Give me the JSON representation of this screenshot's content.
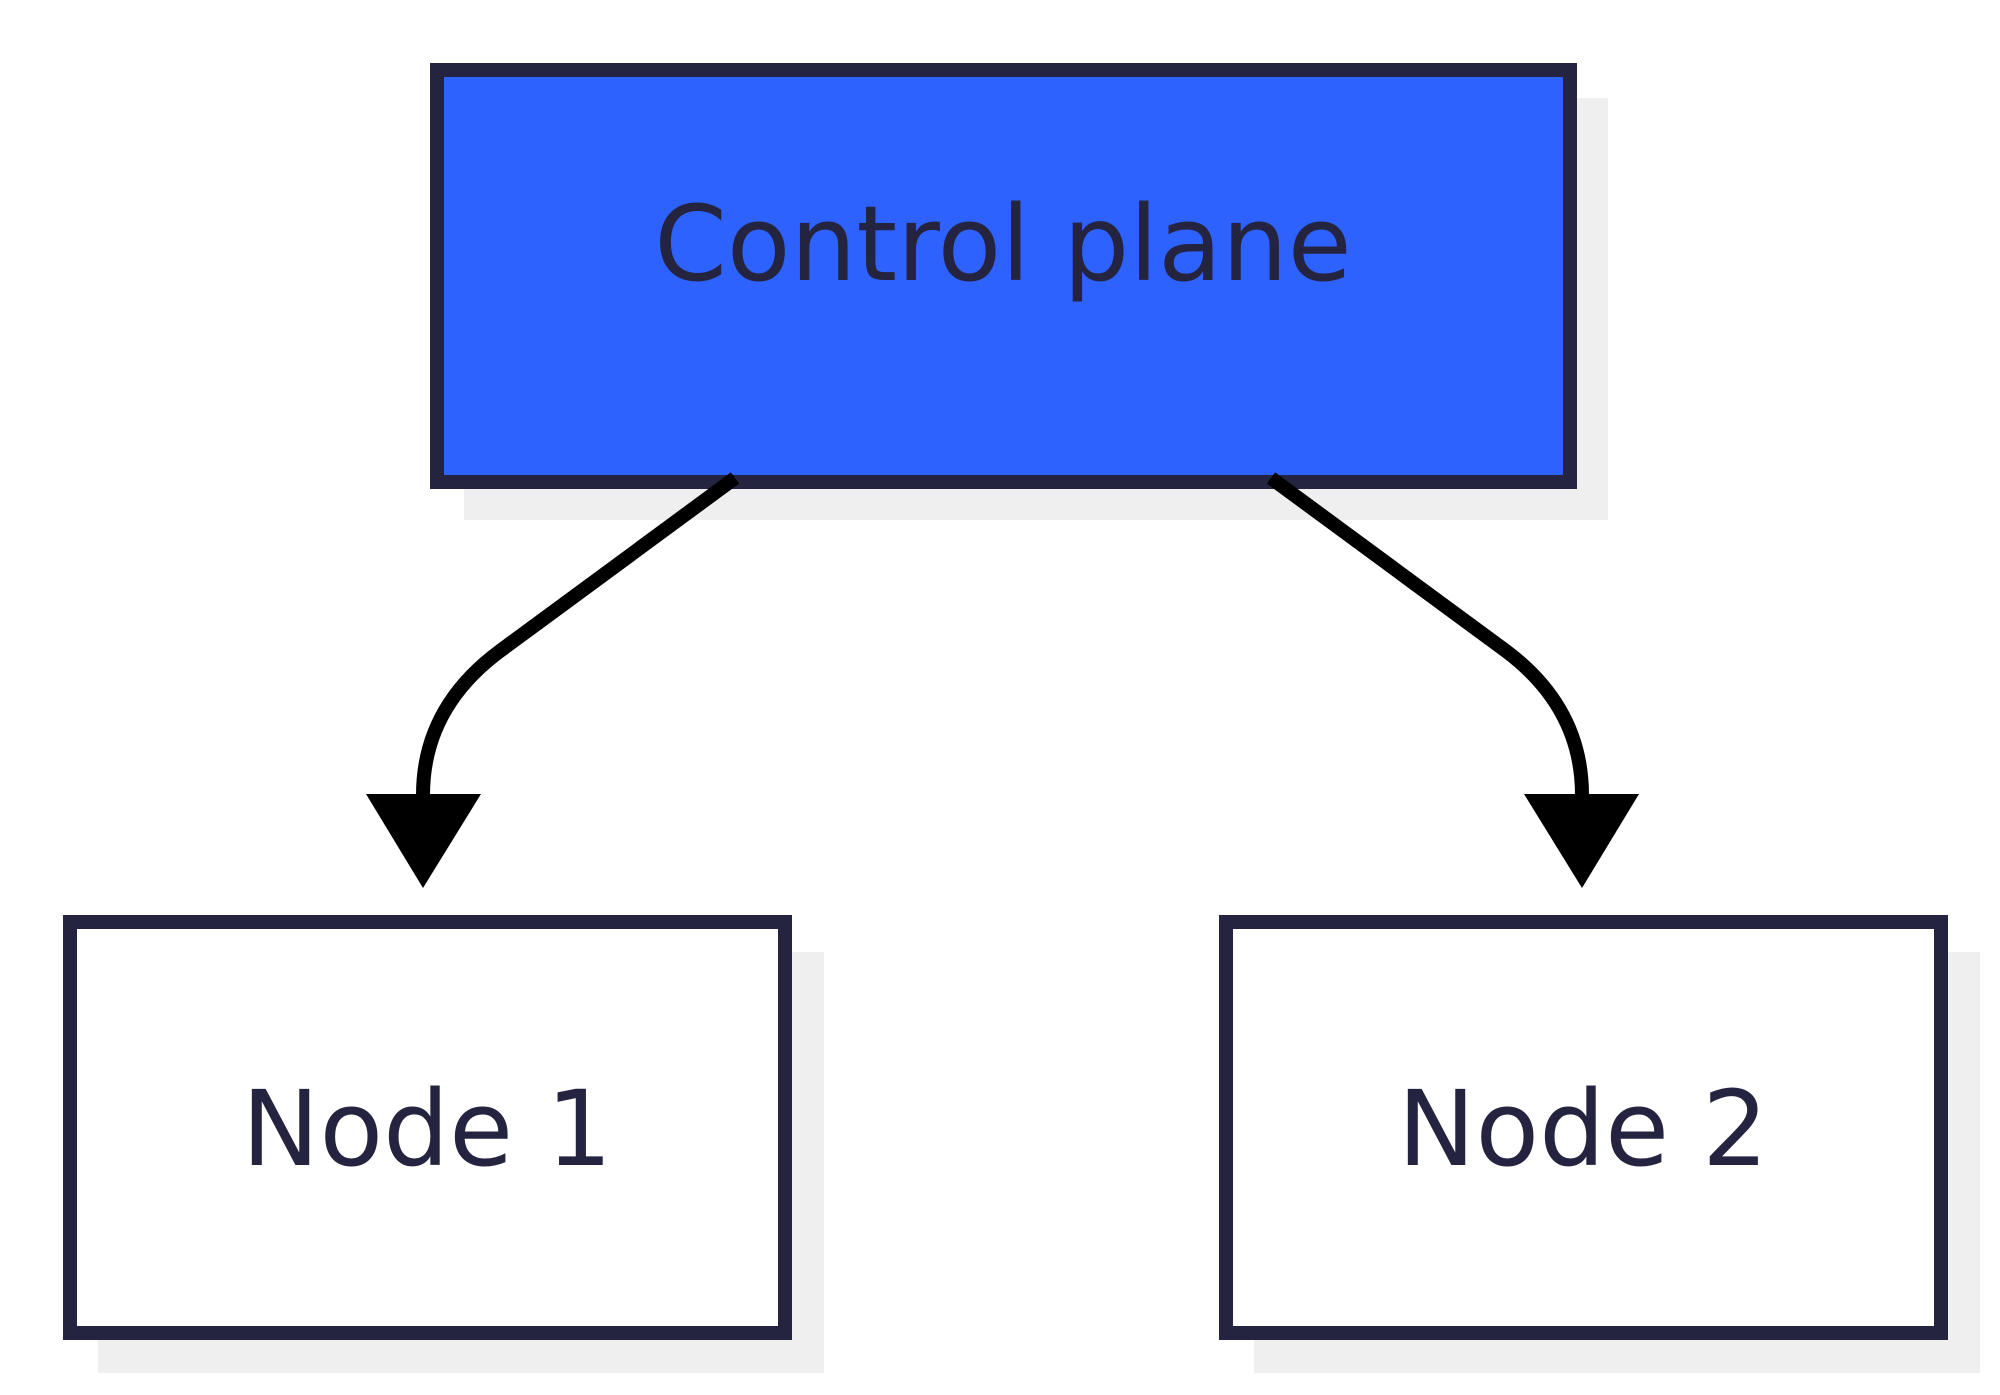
{
  "diagram": {
    "type": "tree",
    "nodes": [
      {
        "id": "control-plane",
        "label": "Control plane",
        "fill": "#2e62ff"
      },
      {
        "id": "node-1",
        "label": "Node 1",
        "fill": "#ffffff"
      },
      {
        "id": "node-2",
        "label": "Node 2",
        "fill": "#ffffff"
      }
    ],
    "edges": [
      {
        "from": "control-plane",
        "to": "node-1"
      },
      {
        "from": "control-plane",
        "to": "node-2"
      }
    ],
    "colors": {
      "border": "#252440",
      "shadow": "#efefef",
      "edge": "#000000",
      "text": "#252440",
      "background": "#ffffff"
    }
  }
}
